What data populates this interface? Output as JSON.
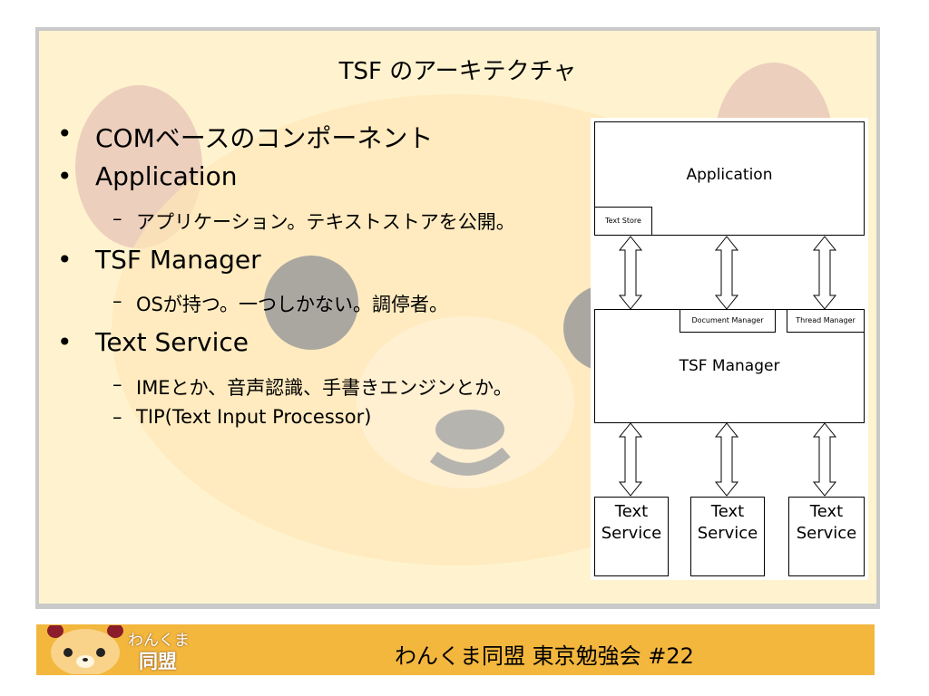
{
  "slide": {
    "title": "TSF のアーキテクチャ",
    "bullets": [
      {
        "text": "COMベースのコンポーネント"
      },
      {
        "text": "Application",
        "subs": [
          "アプリケーション。テキストストアを公開。"
        ]
      },
      {
        "text": "TSF Manager",
        "subs": [
          "OSが持つ。一つしかない。調停者。"
        ]
      },
      {
        "text": "Text Service",
        "subs": [
          "IMEとか、音声認識、手書きエンジンとか。",
          "TIP(Text Input Processor)"
        ]
      }
    ],
    "bullet_symbol": "•",
    "sub_symbol": "–"
  },
  "diagram": {
    "application_label": "Application",
    "text_store_label": "Text Store",
    "tsf_manager_label": "TSF Manager",
    "document_manager_label": "Document Manager",
    "thread_manager_label": "Thread Manager",
    "services": [
      {
        "line1": "Text",
        "line2": "Service"
      },
      {
        "line1": "Text",
        "line2": "Service"
      },
      {
        "line1": "Text",
        "line2": "Service"
      }
    ]
  },
  "footer": {
    "logo_line1": "わんくま",
    "logo_line2": "同盟",
    "text": "わんくま同盟 東京勉強会 #22"
  },
  "colors": {
    "slide_bg": "#fff3cf",
    "footer_bg": "#f3b73e",
    "panel_border": "#c9c9c9"
  }
}
